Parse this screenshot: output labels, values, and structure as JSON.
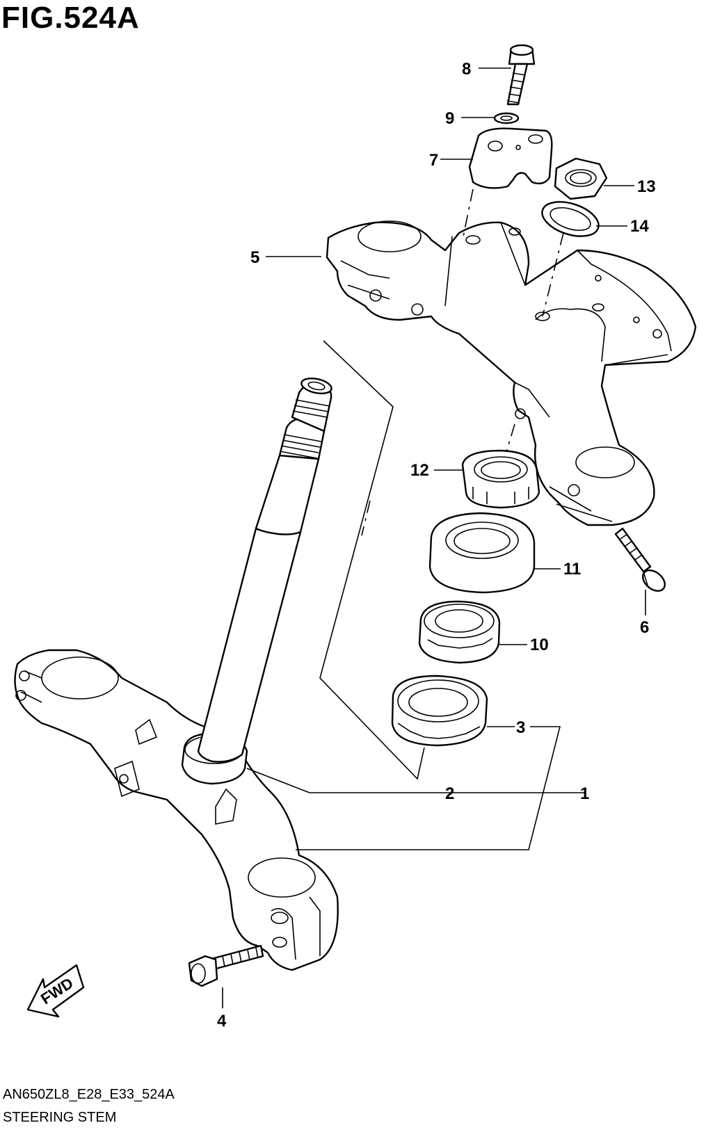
{
  "figure": {
    "title": "FIG.524A",
    "code": "AN650ZL8_E28_E33_524A",
    "name": "STEERING STEM",
    "direction_label": "FWD"
  },
  "callouts": [
    "1",
    "2",
    "3",
    "4",
    "5",
    "6",
    "7",
    "8",
    "9",
    "10",
    "11",
    "12",
    "13",
    "14"
  ]
}
